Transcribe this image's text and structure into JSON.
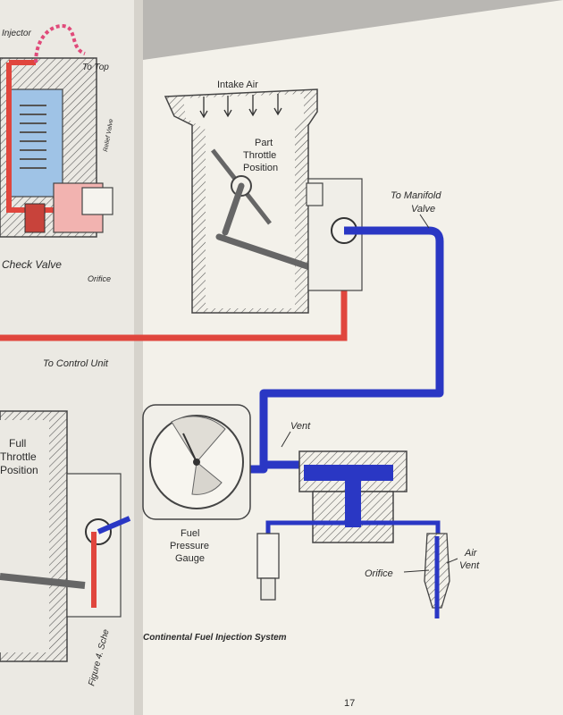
{
  "colors": {
    "page": "#f3f1ea",
    "left_page": "#ebe9e3",
    "background": "#b9b7b3",
    "fuel_red": "#e0463d",
    "fuel_blue": "#2a37c4",
    "light_blue": "#9fc3e6",
    "pink": "#f2b3b0",
    "ink": "#3a3a3a"
  },
  "left_page": {
    "injector_label": "Injector",
    "to_top_label": "To Top",
    "relief_valve_label": "Relief Valve",
    "check_valve_label": "Check Valve",
    "orifice_label": "Orifice",
    "to_control_unit_label": "To Control Unit",
    "full_throttle_label_1": "Full",
    "full_throttle_label_2": "Throttle",
    "full_throttle_label_3": "Position",
    "figure_label": "Figure 4.  Sche"
  },
  "right_page": {
    "intake_air_label": "Intake Air",
    "part_throttle_label_1": "Part",
    "part_throttle_label_2": "Throttle",
    "part_throttle_label_3": "Position",
    "to_manifold_valve_label_1": "To Manifold",
    "to_manifold_valve_label_2": "Valve",
    "vent_label": "Vent",
    "fuel_pressure_gauge_label_1": "Fuel",
    "fuel_pressure_gauge_label_2": "Pressure",
    "fuel_pressure_gauge_label_3": "Gauge",
    "orifice_label": "Orifice",
    "air_vent_label_1": "Air",
    "air_vent_label_2": "Vent",
    "caption": "Continental Fuel Injection System",
    "page_number": "17"
  }
}
